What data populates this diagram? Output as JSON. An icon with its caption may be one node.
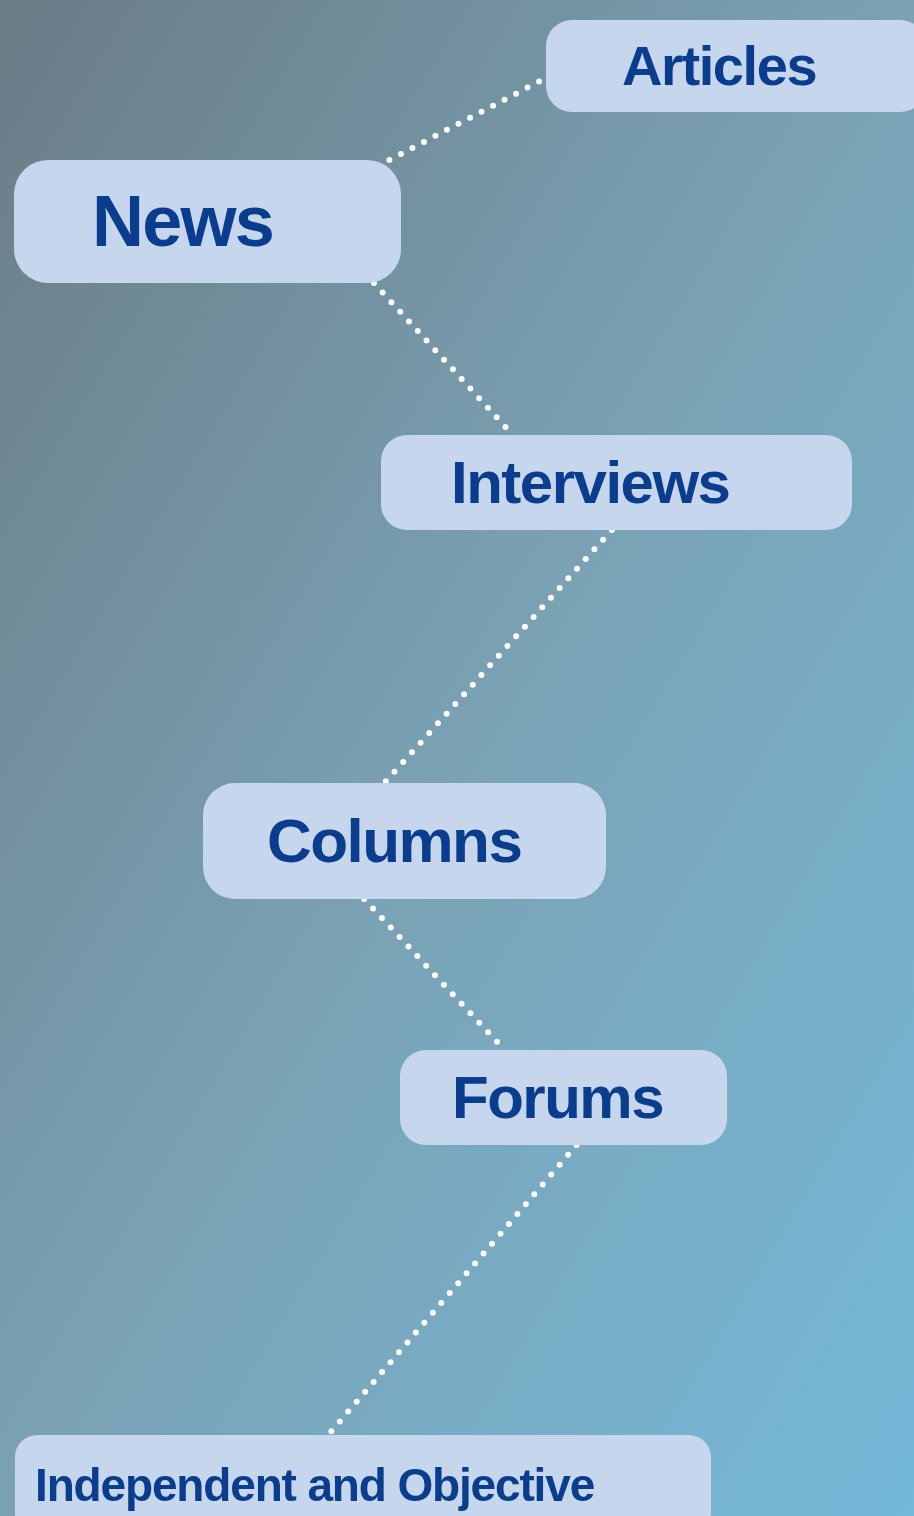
{
  "diagram": {
    "nodes": [
      {
        "text": [
          "Articles"
        ]
      },
      {
        "text": [
          "News"
        ]
      },
      {
        "text": [
          "Interviews"
        ]
      },
      {
        "text": [
          "Columns"
        ]
      },
      {
        "text": [
          "Forums"
        ]
      },
      {
        "text": [
          "Independent and Objective"
        ]
      }
    ],
    "edges": [
      {
        "from": 1,
        "to": 0,
        "arrow": "none"
      },
      {
        "from": 1,
        "to": 2,
        "arrow": "none"
      },
      {
        "from": 2,
        "to": 3,
        "arrow": "none"
      },
      {
        "from": 3,
        "to": 4,
        "arrow": "none"
      },
      {
        "from": 4,
        "to": 5,
        "arrow": "none"
      }
    ]
  }
}
